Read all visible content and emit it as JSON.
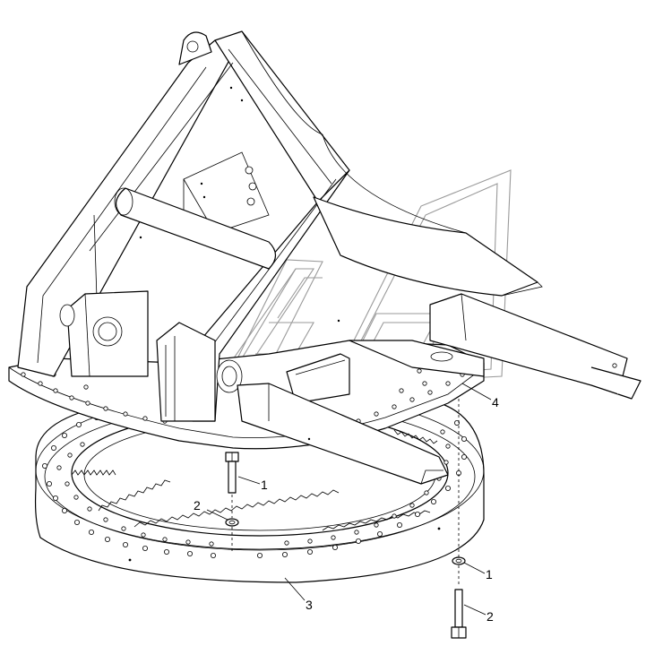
{
  "callouts": {
    "bolt_top": "1",
    "washer_left": "2",
    "bearing_ring": "3",
    "support_plate": "4",
    "washer_right": "1",
    "bolt_right": "2"
  },
  "colors": {
    "line": "#000000",
    "watermark": "#9a9a9a",
    "background": "#ffffff"
  }
}
